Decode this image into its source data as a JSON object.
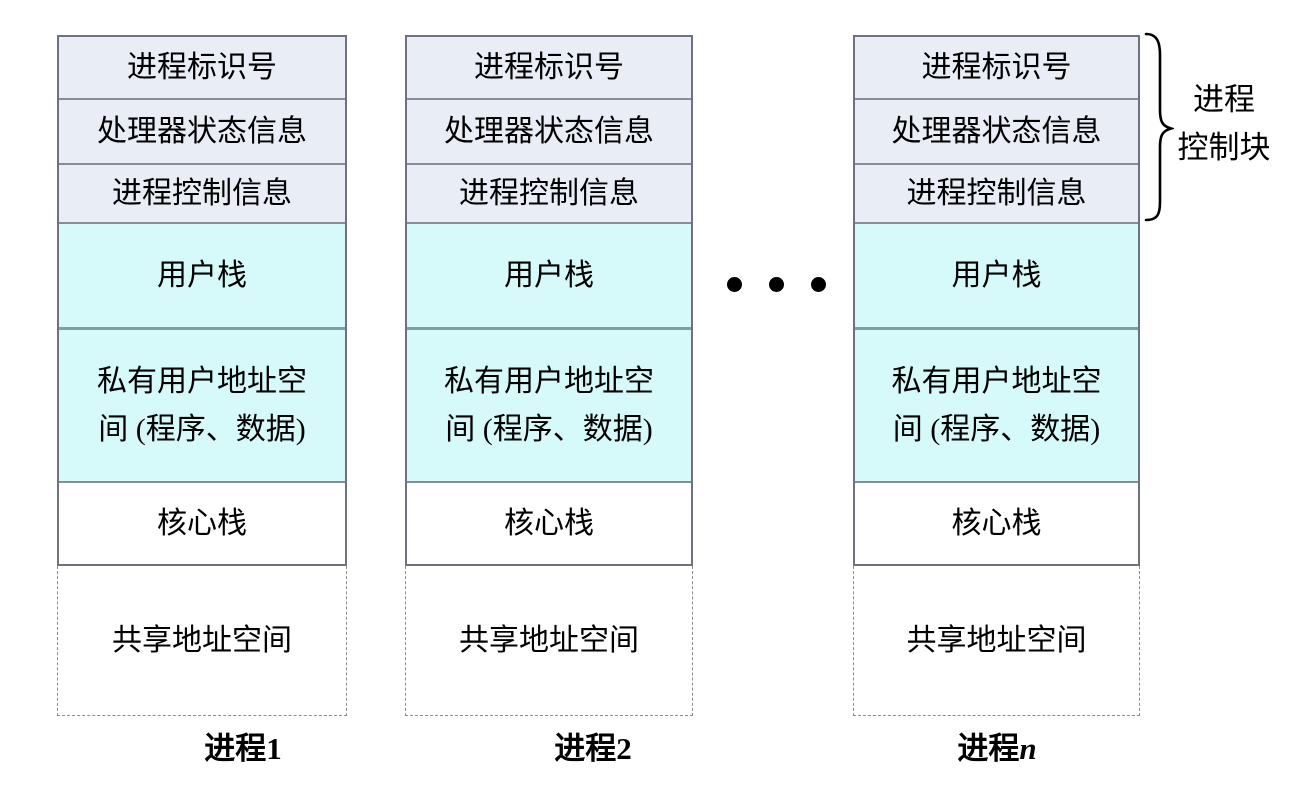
{
  "rows": [
    {
      "label": "进程标识号"
    },
    {
      "label": "处理器状态信息"
    },
    {
      "label": "进程控制信息"
    },
    {
      "label": "用户栈"
    },
    {
      "label": "私有用户地址空间 (程序、数据)"
    },
    {
      "label": "核心栈"
    },
    {
      "label": "共享地址空间"
    }
  ],
  "captions": [
    {
      "prefix": "进程",
      "number": "1"
    },
    {
      "prefix": "进程",
      "number": "2"
    },
    {
      "prefix": "进程",
      "number": "n"
    }
  ],
  "pcb_brace": {
    "label_line1": "进程",
    "label_line2": "控制块"
  },
  "colors": {
    "page_bg": "#ffffff",
    "pcb_fill": "#e9edf6",
    "user_fill": "#d6fafa",
    "plain_fill": "#ffffff",
    "border_outer": "#6d727e",
    "border_inner": "#868c99",
    "border_inner_user": "#7fa0a0",
    "border_dashed": "#8c8c8c",
    "text": "#000000",
    "dot": "#000000"
  }
}
